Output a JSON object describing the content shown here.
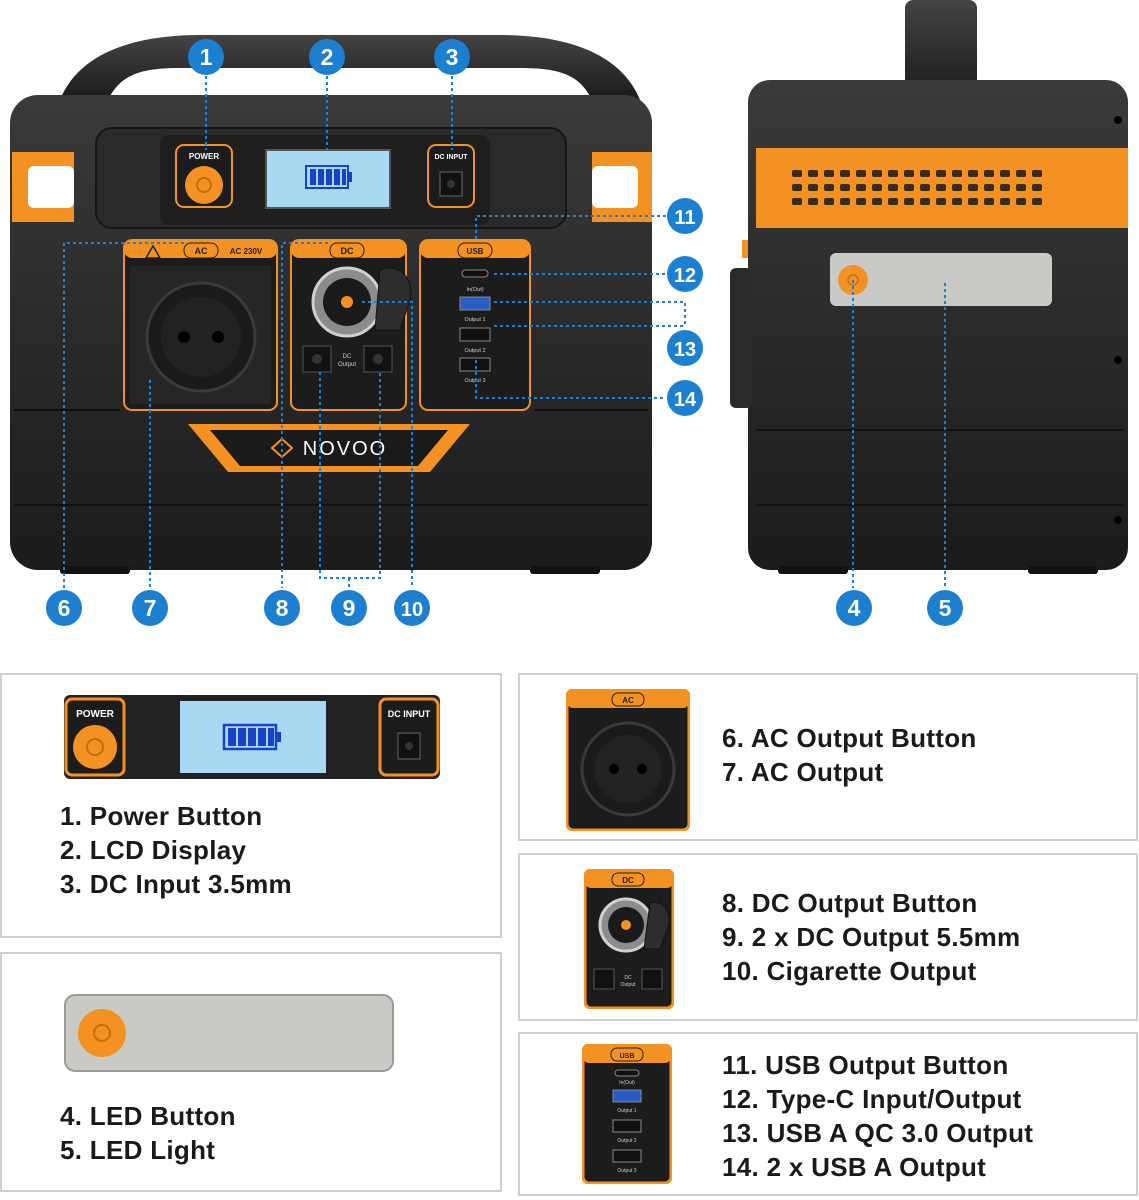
{
  "colors": {
    "accent_orange": "#f39222",
    "marker_blue": "#1d7fd0",
    "body_black": "#222222",
    "lcd_blue": "#a9d9f2",
    "battery_blue": "#1742c9",
    "led_panel_grey": "#c9c9c6"
  },
  "device_labels": {
    "power": "POWER",
    "dc_input": "DC INPUT",
    "ac": "AC",
    "ac_voltage": "AC 230V",
    "dc": "DC",
    "dc_output": [
      "DC",
      "Output"
    ],
    "usb": "USB",
    "usb_in_out": "In(Out)",
    "usb_output_1": "Output 1",
    "usb_output_2": "Output 2",
    "usb_output_3": "Output 3",
    "brand": "NOVOO"
  },
  "markers": [
    "1",
    "2",
    "3",
    "4",
    "5",
    "6",
    "7",
    "8",
    "9",
    "10",
    "11",
    "12",
    "13",
    "14"
  ],
  "legend": {
    "panel_top": [
      "1. Power Button",
      "2. LCD Display",
      "3. DC Input 3.5mm"
    ],
    "panel_led": [
      "4. LED Button",
      "5. LED Light"
    ],
    "panel_ac": [
      "6. AC Output Button",
      "7. AC Output"
    ],
    "panel_dc": [
      "8. DC Output Button",
      "9. 2 x DC Output 5.5mm",
      "10. Cigarette Output"
    ],
    "panel_usb": [
      "11. USB Output Button",
      "12. Type-C Input/Output",
      "13. USB A QC 3.0 Output",
      "14. 2 x USB A Output"
    ]
  }
}
